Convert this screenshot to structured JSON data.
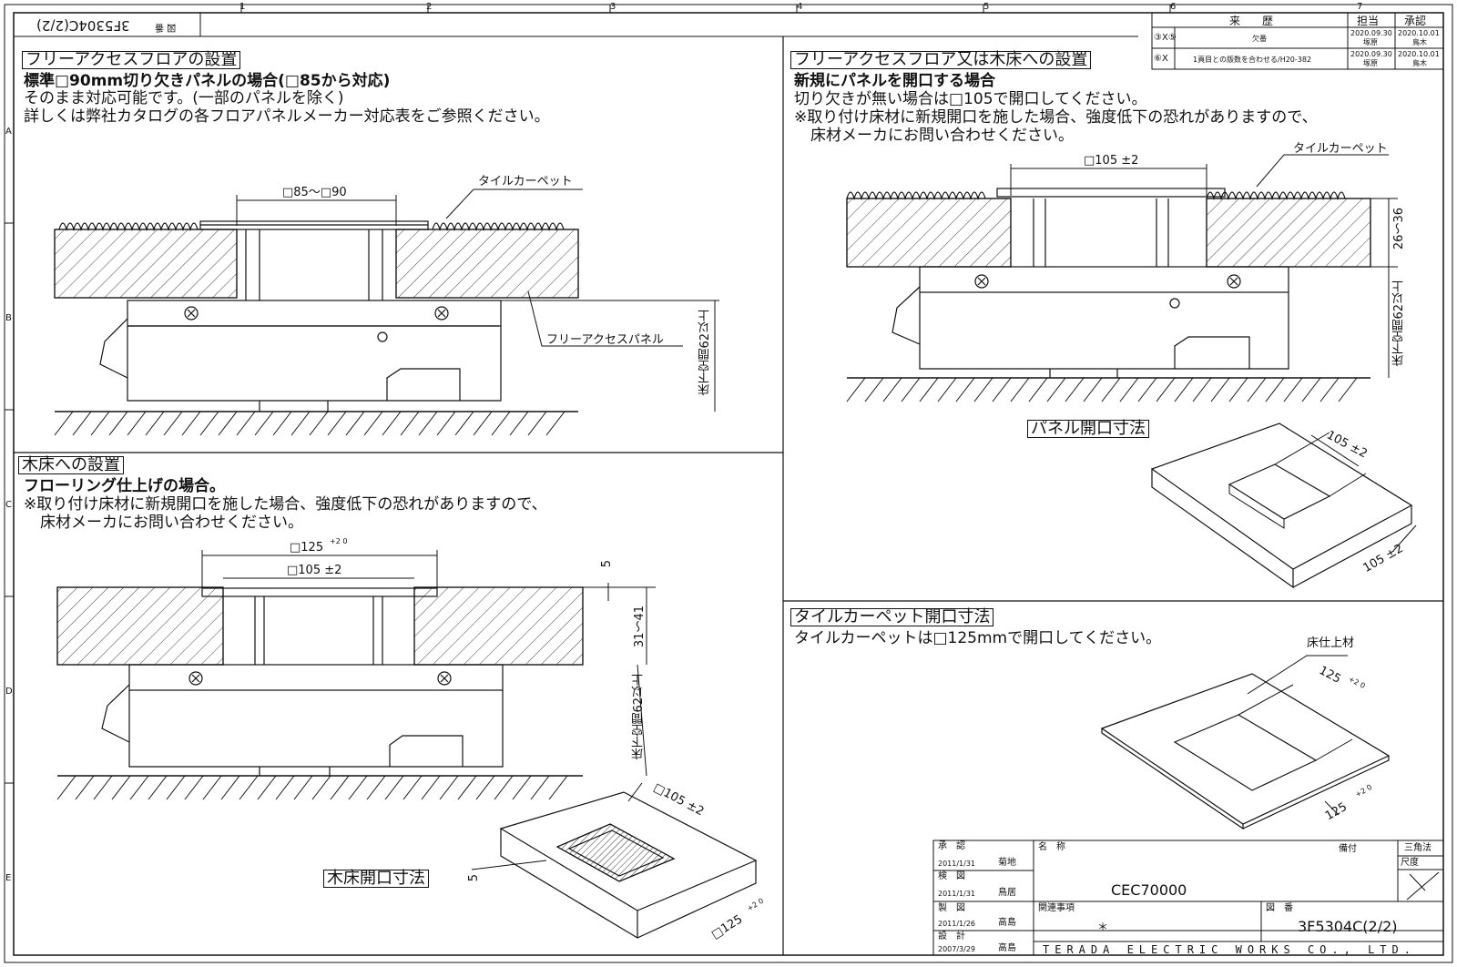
{
  "drawing": {
    "doc_no_rotated": "3F5304C(2/2)",
    "doc_no_label": "図 番",
    "grid_cols": [
      "1",
      "2",
      "3",
      "4",
      "5",
      "6",
      "7"
    ],
    "grid_rows": [
      "A",
      "B",
      "C",
      "D",
      "E"
    ]
  },
  "revision": {
    "header_history": "来　　歴",
    "header_person": "担当",
    "header_approve": "承認",
    "rows": [
      {
        "mark": "③X⑤",
        "text": "欠番",
        "date1": "2020.09.30",
        "name1": "塚原",
        "date2": "2020.10.01",
        "name2": "鳥木"
      },
      {
        "mark": "⑥X",
        "text": "1頁目との版数を合わせる/H20-382",
        "date1": "2020.09.30",
        "name1": "塚原",
        "date2": "2020.10.01",
        "name2": "鳥木"
      }
    ]
  },
  "sec_free_access": {
    "title": "フリーアクセスフロアの設置",
    "line1": "標準□90mm切り欠きパネルの場合(□85から対応)",
    "line2": "そのまま対応可能です。(一部のパネルを除く)",
    "line3": "詳しくは弊社カタログの各フロアパネルメーカー対応表をご参照ください。",
    "dim_cutout": "□85～□90",
    "label_tile": "タイルカーペット",
    "label_panel": "フリーアクセスパネル",
    "label_space": "床下空間62以上"
  },
  "sec_wood": {
    "title": "木床への設置",
    "line1": "フローリング仕上げの場合。",
    "line2": "※取り付け床材に新規開口を施した場合、強度低下の恐れがありますので、",
    "line3": "床材メーカにお問い合わせください。",
    "dim_outer": "□125",
    "dim_outer_tol": "+2 0",
    "dim_inner": "□105 ±2",
    "dim_5": "5",
    "dim_thickness": "31～41",
    "label_space": "床下空間62以上",
    "iso_title": "木床開口寸法",
    "iso_dim_top": "□105 ±2",
    "iso_dim_5": "5",
    "iso_dim_bottom": "□125",
    "iso_dim_bottom_tol": "+2 0"
  },
  "sec_new_panel": {
    "title": "フリーアクセスフロア又は木床への設置",
    "line1": "新規にパネルを開口する場合",
    "line2": "切り欠きが無い場合は□105で開口してください。",
    "line3": "※取り付け床材に新規開口を施した場合、強度低下の恐れがありますので、",
    "line4": "床材メーカにお問い合わせください。",
    "dim_opening": "□105 ±2",
    "label_tile": "タイルカーペット",
    "dim_thickness": "26～36",
    "label_space": "床下空間62以上",
    "iso_title": "パネル開口寸法",
    "iso_dim_a": "105 ±2",
    "iso_dim_b": "105 ±2"
  },
  "sec_tile": {
    "title": "タイルカーペット開口寸法",
    "line1": "タイルカーペットは□125mmで開口してください。",
    "label_finish": "床仕上材",
    "iso_dim_a": "125",
    "iso_dim_b": "125",
    "iso_tol": "+2 0"
  },
  "title_block": {
    "approve_label": "承　認",
    "approve_date": "2011/1/31",
    "approve_name": "菊地",
    "check_label": "検　図",
    "check_date": "2011/1/31",
    "check_name": "鳥居",
    "draw_label": "製　図",
    "draw_date": "2011/1/26",
    "draw_name": "高島",
    "design_label": "設　計",
    "design_date": "2007/3/29",
    "design_name": "高島",
    "name_label": "名　称",
    "remarks_label": "備付",
    "projection": "三角法",
    "scale_label": "尺度",
    "product": "CEC70000",
    "related_label": "関連事項",
    "related_value": "＊",
    "dwg_label": "図　番",
    "dwg_no": "3F5304C(2/2)",
    "company": "TERADA ELECTRIC WORKS CO., LTD."
  }
}
